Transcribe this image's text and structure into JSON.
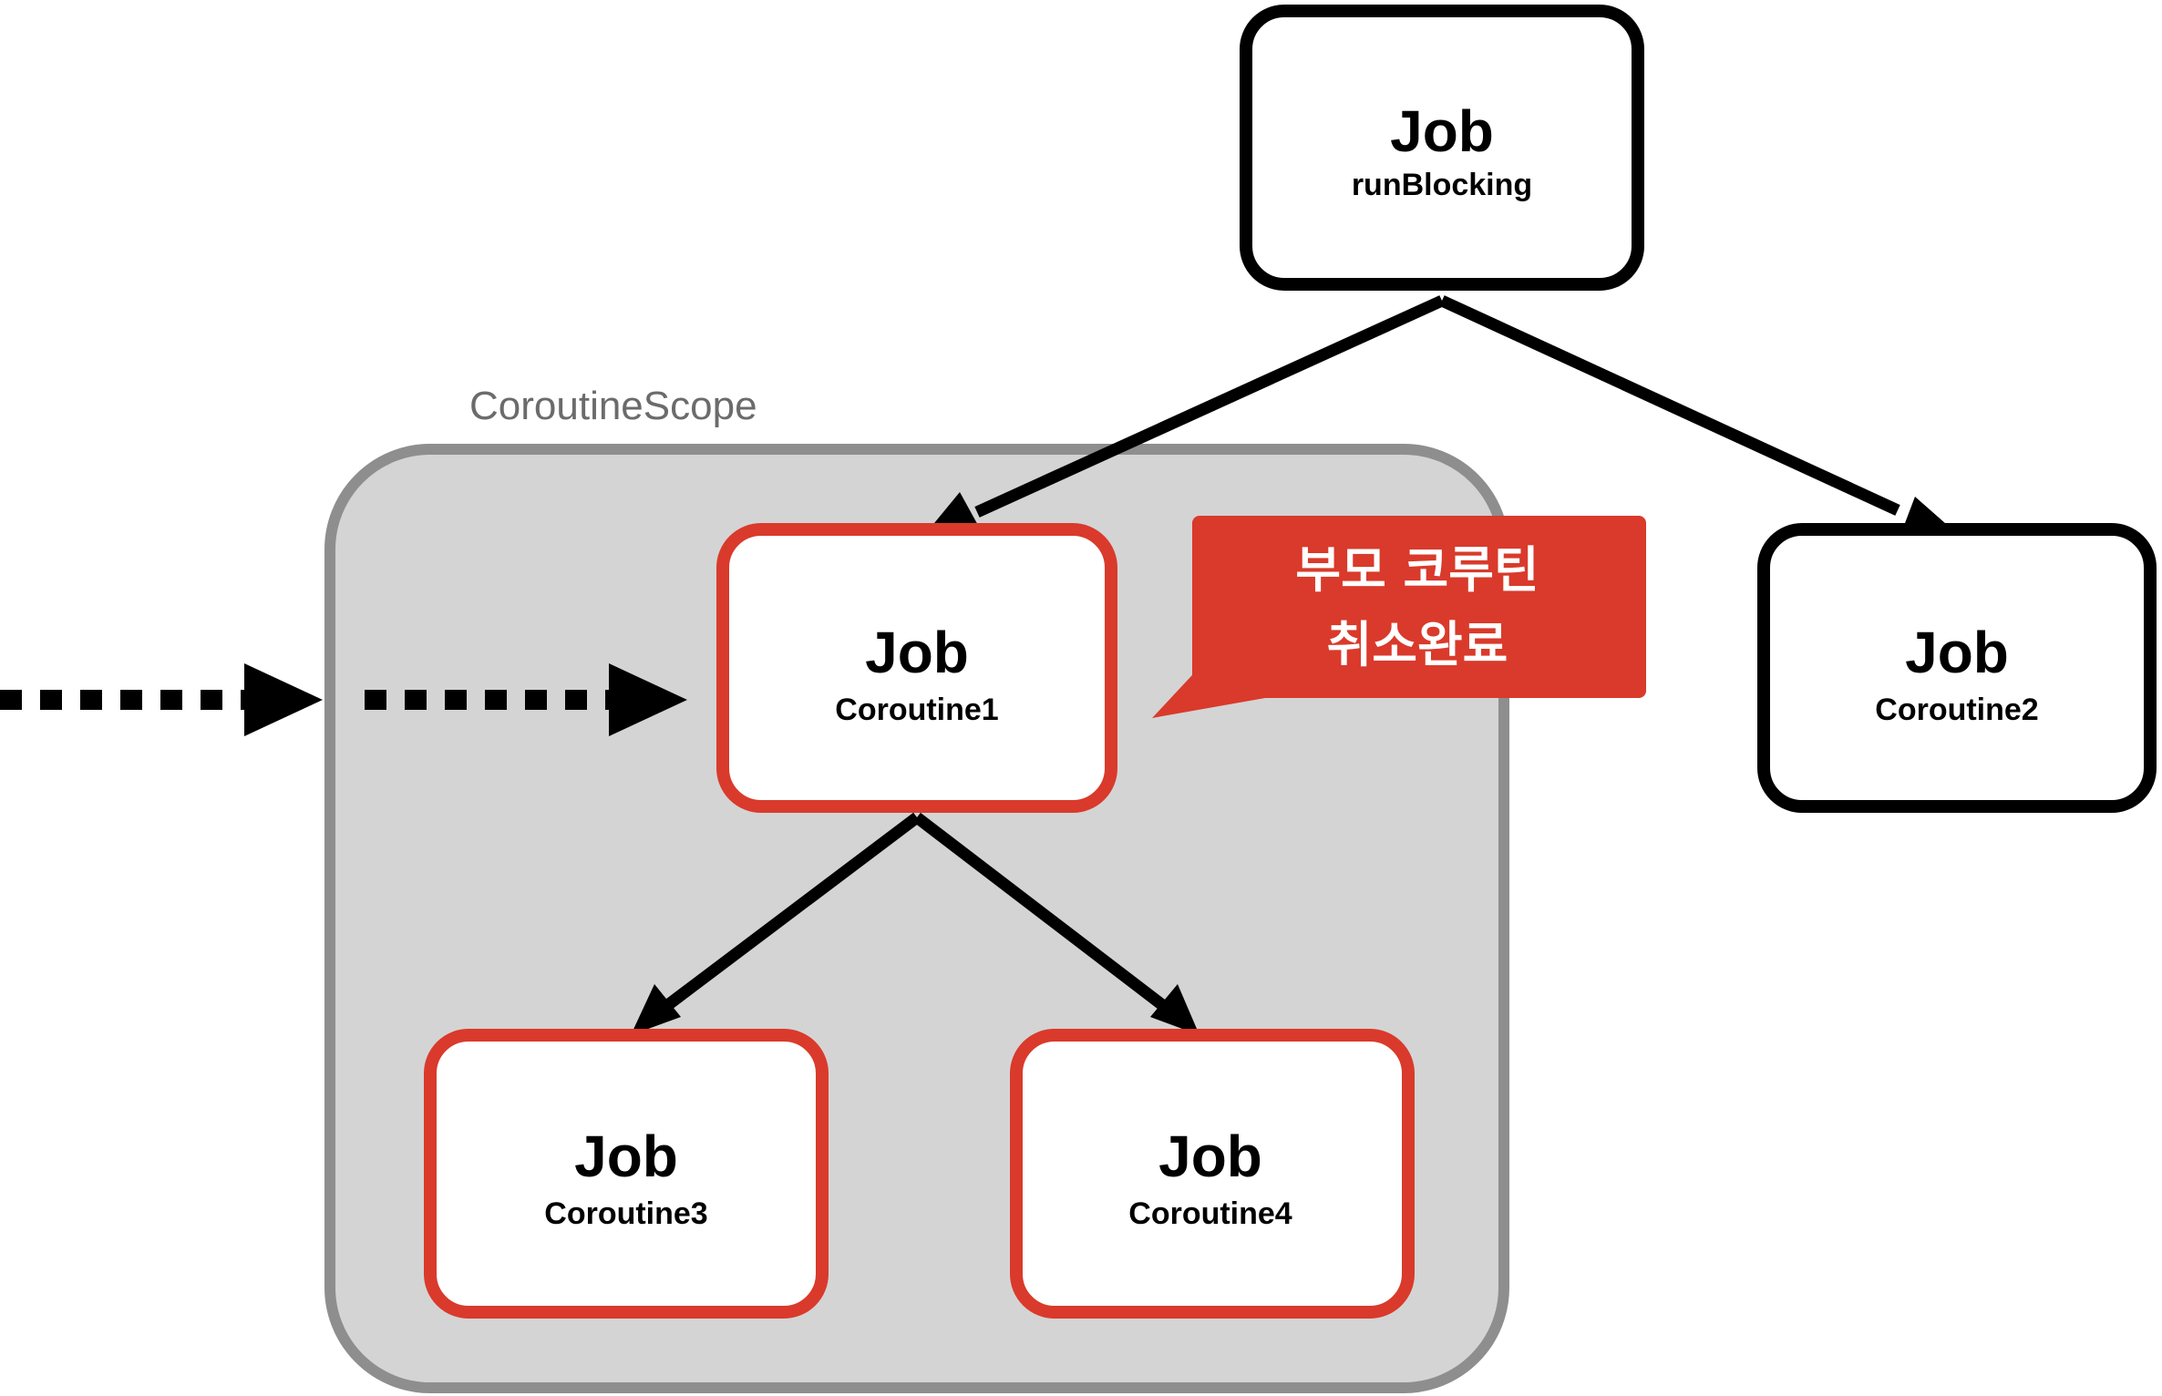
{
  "colors": {
    "scope_fill": "#d4d4d4",
    "scope_border": "#8e8e8e",
    "cancelled_border": "#d93a2b",
    "normal_border": "#000000",
    "callout_fill": "#d93a2b",
    "arrow": "#000000"
  },
  "scope": {
    "label": "CoroutineScope"
  },
  "nodes": {
    "runblocking": {
      "title": "Job",
      "subtitle": "runBlocking"
    },
    "coroutine1": {
      "title": "Job",
      "subtitle": "Coroutine1"
    },
    "coroutine2": {
      "title": "Job",
      "subtitle": "Coroutine2"
    },
    "coroutine3": {
      "title": "Job",
      "subtitle": "Coroutine3"
    },
    "coroutine4": {
      "title": "Job",
      "subtitle": "Coroutine4"
    }
  },
  "callout": {
    "line1": "부모 코루틴",
    "line2": "취소완료"
  },
  "edges": [
    {
      "from": "runBlocking",
      "to": "Coroutine1"
    },
    {
      "from": "runBlocking",
      "to": "Coroutine2"
    },
    {
      "from": "Coroutine1",
      "to": "Coroutine3"
    },
    {
      "from": "Coroutine1",
      "to": "Coroutine4"
    }
  ]
}
